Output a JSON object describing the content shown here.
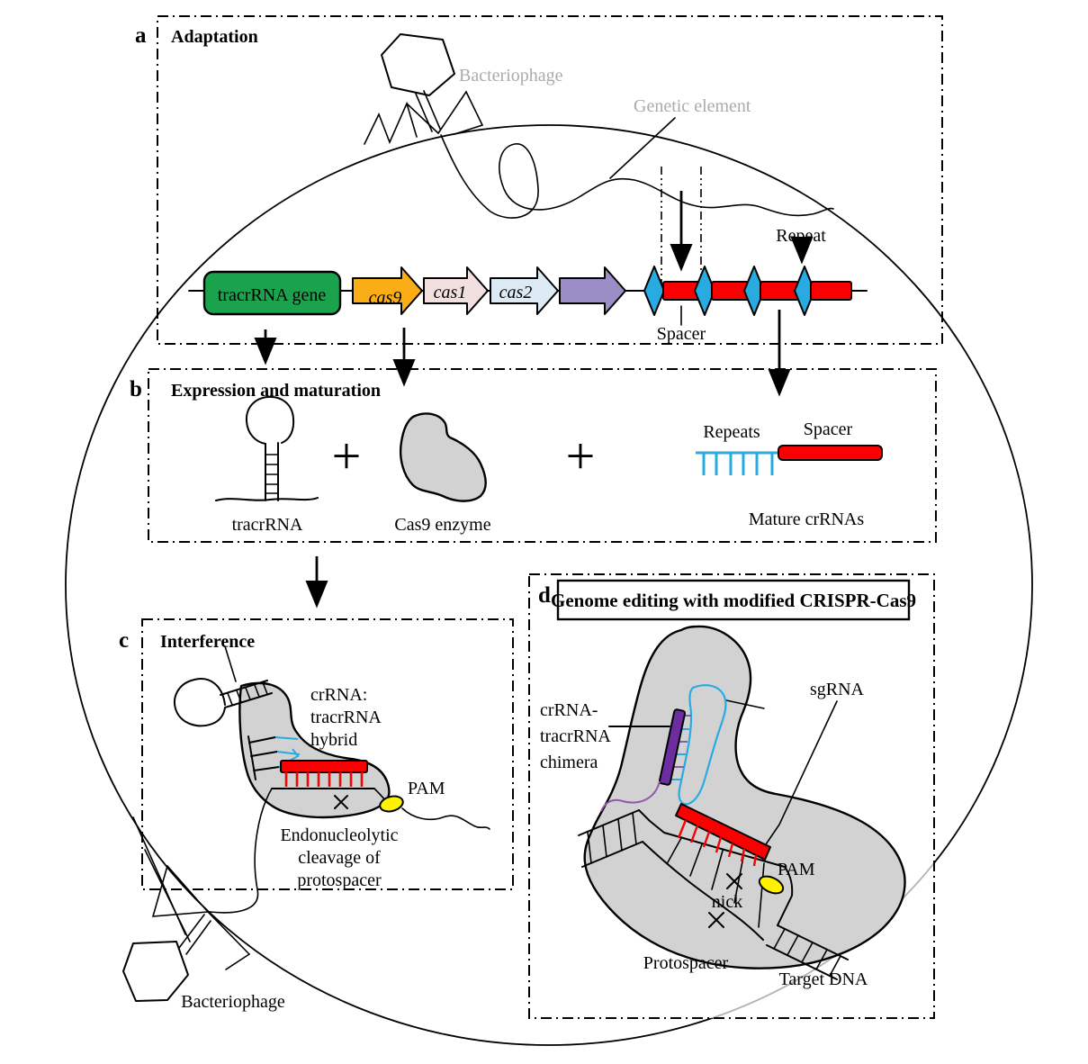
{
  "colors": {
    "gene_green": "#1BA24C",
    "cas9_orange": "#FBAD18",
    "cas1_pink": "#F2E0E0",
    "cas2_blue": "#DCEAF3",
    "cas_purple": "#9B8DC5",
    "repeat_blue": "#29ABE2",
    "spacer_red": "#FA0000",
    "protein_gray": "#D2D2D2",
    "pam_yellow": "#FFF200",
    "chimera_purple": "#6C2DA0",
    "rna_purple": "#8E5BA8",
    "muted_label": "#ABABAB",
    "circle_gray": "#B3B3B3"
  },
  "panel_a": {
    "letter": "a",
    "title": "Adaptation",
    "bacteriophage": "Bacteriophage",
    "genetic_element": "Genetic element",
    "repeat": "Repeat",
    "spacer": "Spacer",
    "genes": {
      "tracr": "tracrRNA gene",
      "cas9": "cas9",
      "cas1": "cas1",
      "cas2": "cas2"
    }
  },
  "panel_b": {
    "letter": "b",
    "title": "Expression and maturation",
    "tracrrna": "tracrRNA",
    "cas9_enzyme": "Cas9 enzyme",
    "plus": "+",
    "repeats": "Repeats",
    "spacer": "Spacer",
    "mature": "Mature crRNAs"
  },
  "panel_c": {
    "letter": "c",
    "title": "Interference",
    "hybrid": [
      "crRNA:",
      "tracrRNA",
      "hybrid"
    ],
    "pam": "PAM",
    "cleavage": [
      "Endonucleolytic",
      "cleavage of",
      "protospacer"
    ],
    "bacteriophage": "Bacteriophage"
  },
  "panel_d": {
    "letter": "d",
    "title": "Genome editing with modified CRISPR-Cas9",
    "chimera": [
      "crRNA-",
      "tracrRNA",
      "chimera"
    ],
    "sgrna": "sgRNA",
    "pam": "PAM",
    "nick": "nick",
    "protospacer": "Protospacer",
    "target_dna": "Target DNA"
  }
}
